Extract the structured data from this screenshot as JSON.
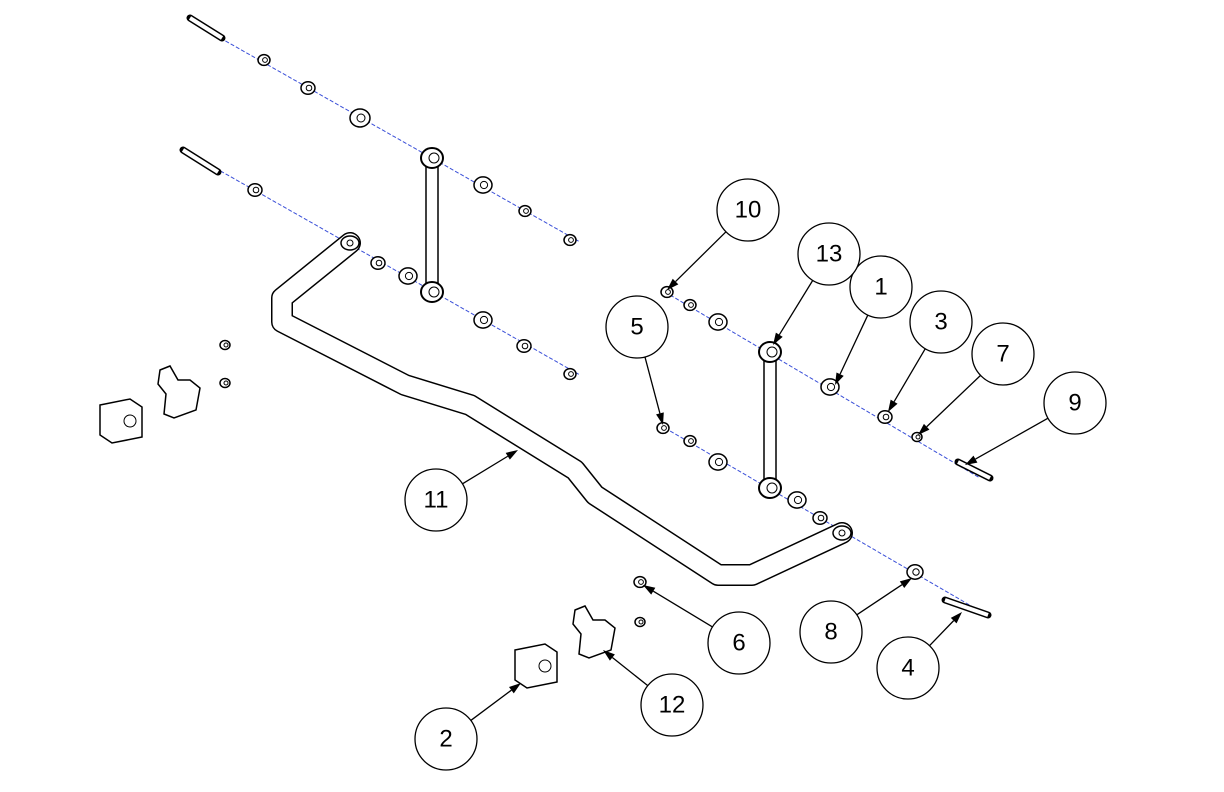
{
  "diagram": {
    "type": "exploded-assembly",
    "line_color": "#000000",
    "axis_color": "#3a4fd8",
    "callouts": [
      {
        "label": "1"
      },
      {
        "label": "2"
      },
      {
        "label": "3"
      },
      {
        "label": "4"
      },
      {
        "label": "5"
      },
      {
        "label": "6"
      },
      {
        "label": "7"
      },
      {
        "label": "8"
      },
      {
        "label": "9"
      },
      {
        "label": "10"
      },
      {
        "label": "11"
      },
      {
        "label": "12"
      },
      {
        "label": "13"
      }
    ]
  }
}
